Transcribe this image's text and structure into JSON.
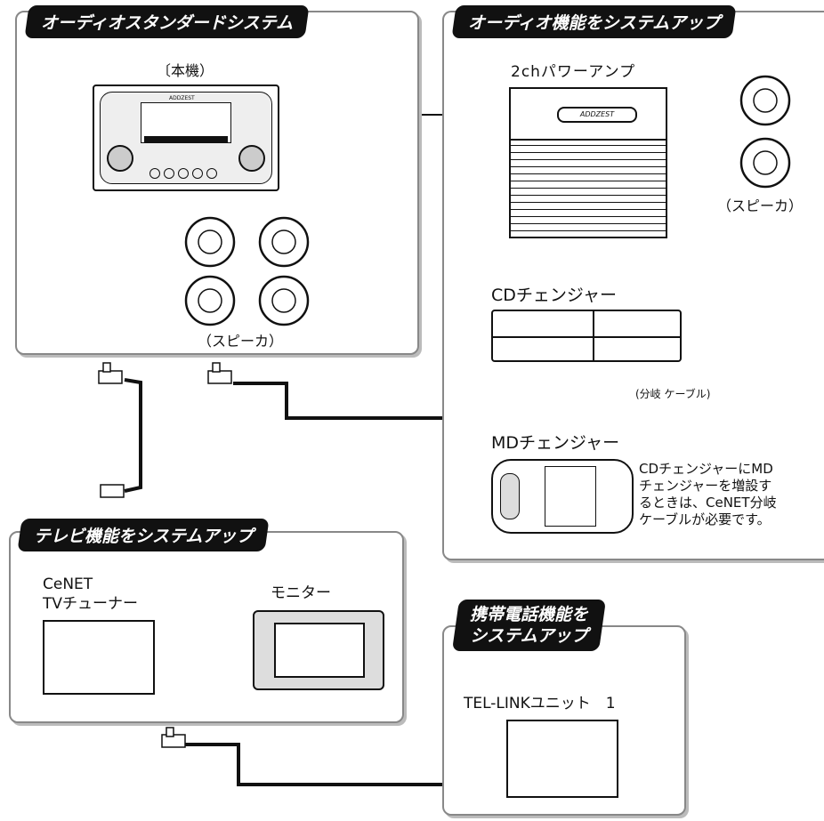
{
  "sections": {
    "audio_standard": {
      "title": "オーディオスタンダードシステム"
    },
    "audio_up": {
      "title": "オーディオ機能をシステムアップ"
    },
    "tv_up": {
      "title": "テレビ機能をシステムアップ"
    },
    "phone_up": {
      "title_line1": "携帯電話機能を",
      "title_line2": "システムアップ"
    }
  },
  "labels": {
    "main_unit": "〔本機）",
    "speakers_left": "（スピーカ）",
    "amp": "2chパワーアンプ",
    "speakers_right": "（スピーカ）",
    "cd_changer": "CDチェンジャー",
    "branch_cable": "(分岐 ケーブル)",
    "md_changer": "MDチェンジャー",
    "md_note": [
      "CDチェンジャーにMD",
      "チェンジャーを増設す",
      "るときは、CeNET分岐",
      "ケーブルが必要です。"
    ],
    "tv_tuner_line1": "CeNET",
    "tv_tuner_line2": "TVチューナー",
    "monitor": "モニター",
    "tel_link": "TEL-LINKユニット　1"
  },
  "device_text": {
    "amp_badge": "ADDZEST",
    "head_brand": "ADDZEST"
  }
}
